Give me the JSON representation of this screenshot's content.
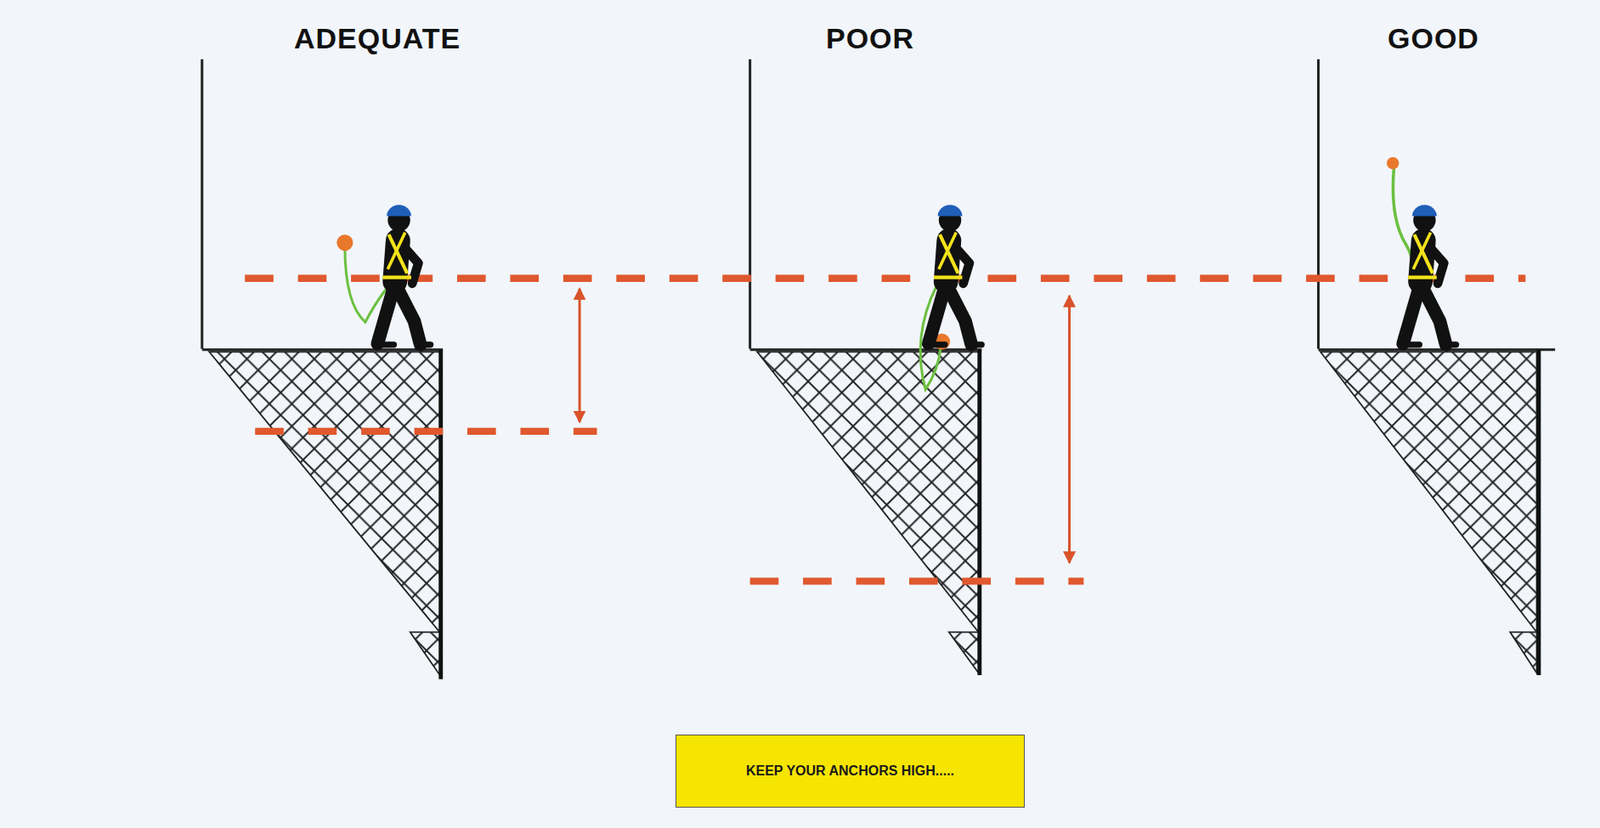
{
  "diagram": {
    "nodes": [
      {
        "text": [
          "KEEP YOUR ANCHORS HIGH....."
        ]
      }
    ],
    "labels": [
      "ADEQUATE",
      "POOR",
      "GOOD"
    ]
  }
}
